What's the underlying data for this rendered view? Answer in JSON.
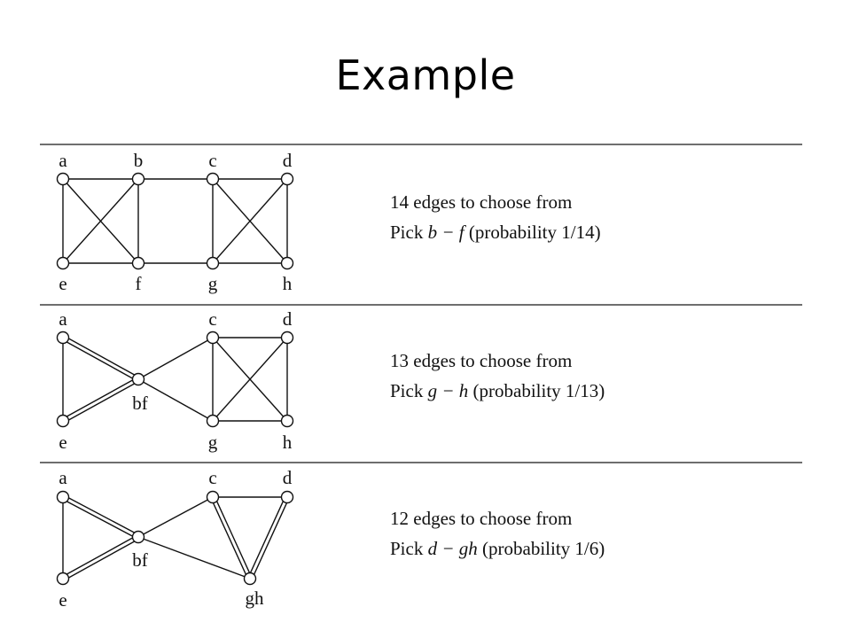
{
  "title": "Example",
  "steps": [
    {
      "line1": "14 edges to choose from",
      "pick_prefix": "Pick ",
      "pick_edge": "b − f",
      "pick_suffix": " (probability 1/14)",
      "graph": {
        "nodes": [
          {
            "id": "a",
            "label": "a"
          },
          {
            "id": "b",
            "label": "b"
          },
          {
            "id": "c",
            "label": "c"
          },
          {
            "id": "d",
            "label": "d"
          },
          {
            "id": "e",
            "label": "e"
          },
          {
            "id": "f",
            "label": "f"
          },
          {
            "id": "g",
            "label": "g"
          },
          {
            "id": "h",
            "label": "h"
          }
        ],
        "edges": [
          [
            "a",
            "b"
          ],
          [
            "a",
            "e"
          ],
          [
            "a",
            "f"
          ],
          [
            "b",
            "e"
          ],
          [
            "b",
            "f"
          ],
          [
            "e",
            "f"
          ],
          [
            "f",
            "g"
          ],
          [
            "c",
            "d"
          ],
          [
            "c",
            "g"
          ],
          [
            "c",
            "h"
          ],
          [
            "d",
            "g"
          ],
          [
            "d",
            "h"
          ],
          [
            "g",
            "h"
          ],
          [
            "b",
            "c"
          ]
        ]
      }
    },
    {
      "line1": "13 edges to choose from",
      "pick_prefix": "Pick ",
      "pick_edge": "g − h",
      "pick_suffix": " (probability 1/13)",
      "graph": {
        "nodes": [
          {
            "id": "a",
            "label": "a"
          },
          {
            "id": "bf",
            "label": "bf"
          },
          {
            "id": "c",
            "label": "c"
          },
          {
            "id": "d",
            "label": "d"
          },
          {
            "id": "e",
            "label": "e"
          },
          {
            "id": "g",
            "label": "g"
          },
          {
            "id": "h",
            "label": "h"
          }
        ],
        "edges": [
          [
            "a",
            "e"
          ],
          [
            "a",
            "bf"
          ],
          [
            "a",
            "bf"
          ],
          [
            "e",
            "bf"
          ],
          [
            "e",
            "bf"
          ],
          [
            "bf",
            "c"
          ],
          [
            "bf",
            "g"
          ],
          [
            "c",
            "d"
          ],
          [
            "c",
            "g"
          ],
          [
            "c",
            "h"
          ],
          [
            "d",
            "g"
          ],
          [
            "d",
            "h"
          ],
          [
            "g",
            "h"
          ]
        ]
      }
    },
    {
      "line1": "12 edges to choose from",
      "pick_prefix": "Pick ",
      "pick_edge": "d − gh",
      "pick_suffix": " (probability 1/6)",
      "graph": {
        "nodes": [
          {
            "id": "a",
            "label": "a"
          },
          {
            "id": "bf",
            "label": "bf"
          },
          {
            "id": "c",
            "label": "c"
          },
          {
            "id": "d",
            "label": "d"
          },
          {
            "id": "e",
            "label": "e"
          },
          {
            "id": "gh",
            "label": "gh"
          }
        ],
        "edges": [
          [
            "a",
            "e"
          ],
          [
            "a",
            "bf"
          ],
          [
            "a",
            "bf"
          ],
          [
            "e",
            "bf"
          ],
          [
            "e",
            "bf"
          ],
          [
            "bf",
            "c"
          ],
          [
            "bf",
            "gh"
          ],
          [
            "c",
            "d"
          ],
          [
            "c",
            "gh"
          ],
          [
            "c",
            "gh"
          ],
          [
            "d",
            "gh"
          ],
          [
            "d",
            "gh"
          ]
        ]
      }
    }
  ]
}
